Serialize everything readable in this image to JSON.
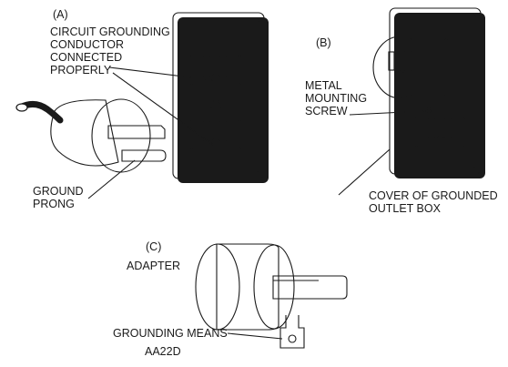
{
  "panels": {
    "a": {
      "letter": "(A)",
      "label_conductor_lines": [
        "CIRCUIT GROUNDING",
        "CONDUCTOR",
        "CONNECTED",
        "PROPERLY"
      ],
      "label_prong_lines": [
        "GROUND",
        "PRONG"
      ]
    },
    "b": {
      "letter": "(B)",
      "label_screw_lines": [
        "METAL",
        "MOUNTING",
        "SCREW"
      ],
      "label_cover_lines": [
        "COVER OF GROUNDED",
        "OUTLET BOX"
      ]
    },
    "c": {
      "letter": "(C)",
      "label_adapter": "ADAPTER",
      "label_grounding": "GROUNDING MEANS",
      "code": "AA22D"
    }
  },
  "colors": {
    "ink": "#1a1a1a",
    "shade": "#9a9a9a",
    "paper": "#ffffff"
  },
  "icons": [
    "grounded-plug-icon",
    "duplex-outlet-icon",
    "mounting-screw-icon",
    "ground-adapter-icon"
  ]
}
